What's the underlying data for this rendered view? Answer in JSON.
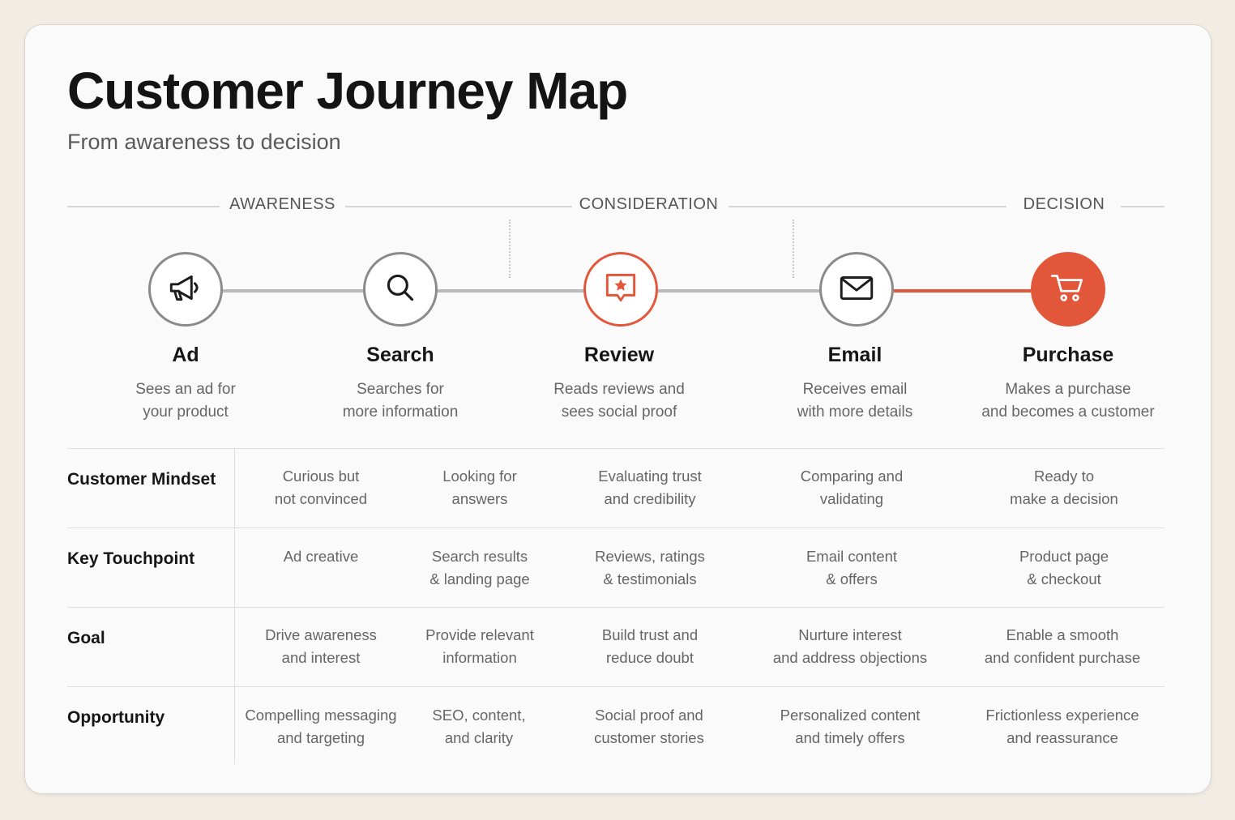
{
  "title": "Customer Journey Map",
  "subtitle": "From awareness to decision",
  "stages": [
    "AWARENESS",
    "CONSIDERATION",
    "DECISION"
  ],
  "steps": [
    {
      "title": "Ad",
      "desc1": "Sees an ad for",
      "desc2": "your product",
      "icon": "megaphone-icon"
    },
    {
      "title": "Search",
      "desc1": "Searches for",
      "desc2": "more information",
      "icon": "search-icon"
    },
    {
      "title": "Review",
      "desc1": "Reads reviews and",
      "desc2": "sees social proof",
      "icon": "review-star-icon"
    },
    {
      "title": "Email",
      "desc1": "Receives email",
      "desc2": "with more details",
      "icon": "envelope-icon"
    },
    {
      "title": "Purchase",
      "desc1": "Makes a purchase",
      "desc2": "and becomes a customer",
      "icon": "cart-icon"
    }
  ],
  "colors": {
    "accent": "#e2573a",
    "neutral": "#8a8a8a"
  },
  "table": {
    "rows": [
      {
        "label": "Customer Mindset",
        "cells": [
          [
            "Curious but",
            "not convinced"
          ],
          [
            "Looking for",
            "answers"
          ],
          [
            "Evaluating trust",
            "and credibility"
          ],
          [
            "Comparing and",
            "validating"
          ],
          [
            "Ready to",
            "make a decision"
          ]
        ]
      },
      {
        "label": "Key Touchpoint",
        "cells": [
          [
            "Ad creative",
            ""
          ],
          [
            "Search results",
            "& landing page"
          ],
          [
            "Reviews, ratings",
            "& testimonials"
          ],
          [
            "Email content",
            "& offers"
          ],
          [
            "Product page",
            "& checkout"
          ]
        ]
      },
      {
        "label": "Goal",
        "cells": [
          [
            "Drive awareness",
            "and interest"
          ],
          [
            "Provide relevant",
            "information"
          ],
          [
            "Build trust and",
            "reduce doubt"
          ],
          [
            "Nurture interest",
            "and address objections"
          ],
          [
            "Enable a smooth",
            "and confident purchase"
          ]
        ]
      },
      {
        "label": "Opportunity",
        "cells": [
          [
            "Compelling messaging",
            "and targeting"
          ],
          [
            "SEO, content,",
            "and clarity"
          ],
          [
            "Social proof and",
            "customer stories"
          ],
          [
            "Personalized content",
            "and timely offers"
          ],
          [
            "Frictionless experience",
            "and reassurance"
          ]
        ]
      }
    ]
  }
}
